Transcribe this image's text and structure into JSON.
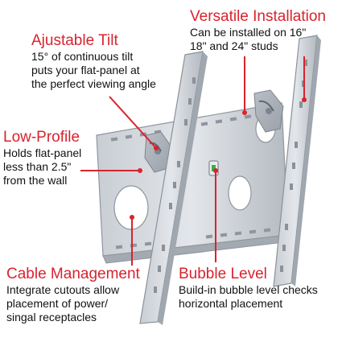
{
  "accent_color": "#d9232e",
  "features": {
    "tilt": {
      "title": "Ajustable Tilt",
      "desc_lines": [
        "15° of continuous tilt",
        "puts your flat-panel at",
        "the perfect viewing angle"
      ]
    },
    "low_profile": {
      "title": "Low-Profile",
      "desc_lines": [
        "Holds flat-panel",
        "less than 2.5\"",
        "from the wall"
      ]
    },
    "cable": {
      "title": "Cable Management",
      "desc_lines": [
        "Integrate cutouts allow",
        "placement of power/",
        "singal receptacles"
      ]
    },
    "level": {
      "title": "Bubble Level",
      "desc_lines": [
        "Build-in bubble level checks",
        "horizontal placement"
      ]
    },
    "versatile": {
      "title": "Versatile Installation",
      "desc_lines": [
        "Can be installed on 16\"",
        "18\" and 24\" studs"
      ]
    }
  }
}
